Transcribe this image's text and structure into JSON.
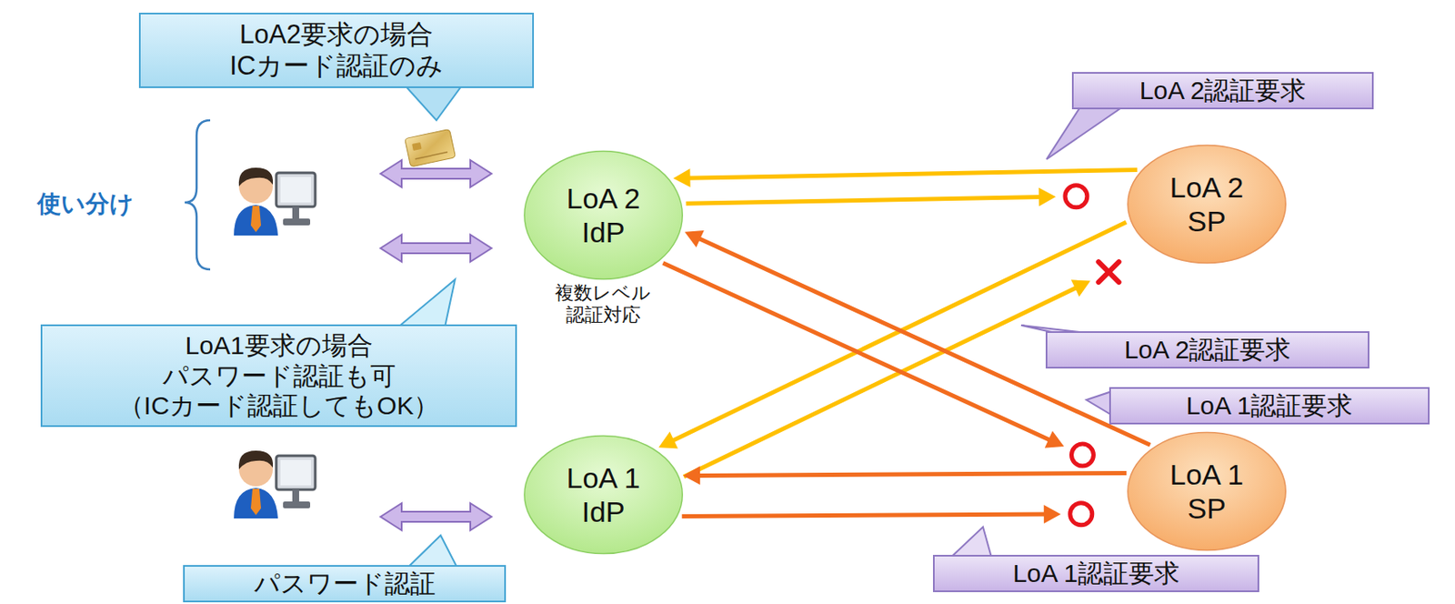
{
  "diagram": {
    "nodes": [
      {
        "text": [
          "LoA2要求の場合 ICカード認証のみ"
        ]
      },
      {
        "text": [
          "LoA 2認証要求"
        ]
      },
      {
        "text": [
          "LoA 2 IdP",
          "複数レベル 認証対応"
        ]
      },
      {
        "text": [
          "LoA 2 SP"
        ]
      },
      {
        "text": [
          "LoA 2認証要求"
        ]
      },
      {
        "text": [
          "LoA 1認証要求"
        ]
      },
      {
        "text": [
          "LoA1要求の場合 パスワード認証も可 （ICカード認証してもOK）"
        ]
      },
      {
        "text": [
          "LoA 1 IdP"
        ]
      },
      {
        "text": [
          "LoA 1 SP"
        ]
      },
      {
        "text": [
          "LoA 1認証要求"
        ]
      },
      {
        "text": [
          "パスワード認証"
        ]
      }
    ],
    "edges": [
      {
        "from": 3,
        "to": 2,
        "arrow": "to"
      },
      {
        "from": 2,
        "to": 3,
        "arrow": "to"
      },
      {
        "from": 3,
        "to": 7,
        "arrow": "to"
      },
      {
        "from": 7,
        "to": 3,
        "arrow": "to"
      },
      {
        "from": 8,
        "to": 2,
        "arrow": "to"
      },
      {
        "from": 2,
        "to": 8,
        "arrow": "to"
      },
      {
        "from": 8,
        "to": 7,
        "arrow": "to"
      },
      {
        "from": 7,
        "to": 8,
        "arrow": "to"
      }
    ],
    "labels": [
      "使い分け"
    ]
  }
}
